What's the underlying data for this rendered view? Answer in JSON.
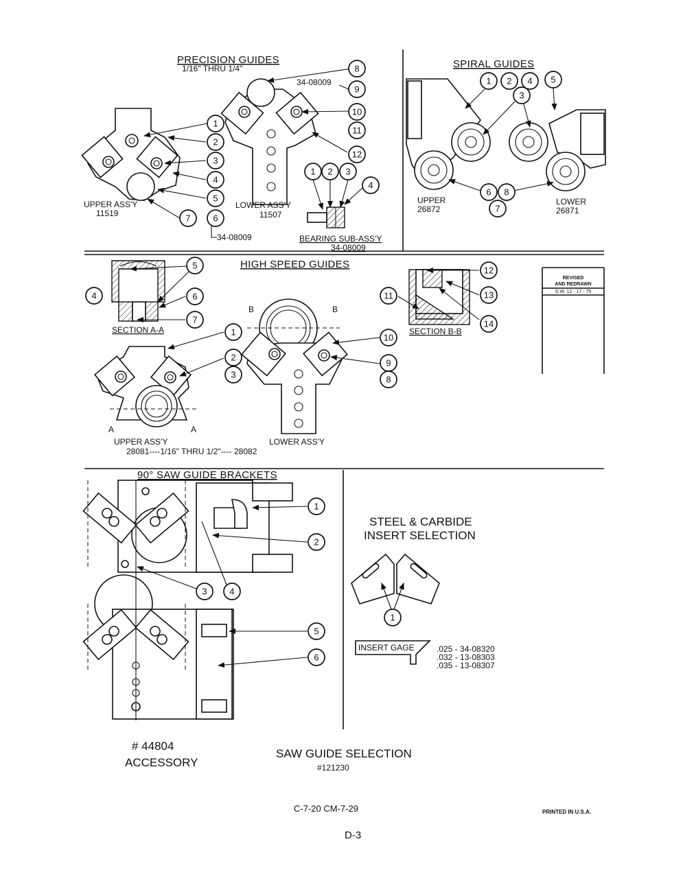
{
  "sections": {
    "precision": {
      "title": "PRECISION GUIDES",
      "subtitle": "1/16\" THRU 1/4\"",
      "part_callout": "34-08009",
      "upper": "UPPER ASS'Y",
      "upper_num": "11519",
      "lower": "LOWER ASS'Y",
      "lower_num": "11507",
      "bottom_part": "34-08009",
      "bearing": "BEARING SUB-ASS'Y",
      "bearing_num": "34-08009"
    },
    "spiral": {
      "title": "SPIRAL GUIDES",
      "upper": "UPPER",
      "upper_num": "26872",
      "lower": "LOWER",
      "lower_num": "26871"
    },
    "highspeed": {
      "title": "HIGH SPEED GUIDES",
      "section_a": "SECTION A-A",
      "section_b": "SECTION B-B",
      "sec_letter_a": "A",
      "sec_letter_b": "B",
      "upper": "UPPER ASS'Y",
      "lower": "LOWER ASS'Y",
      "bottom_line": "28081----1/16\" THRU 1/2\"---- 28082"
    },
    "revised": {
      "line1": "REVISED",
      "line2": "AND REDRAWN",
      "line3": "S.W. 12 - 17 - 75"
    },
    "brackets": {
      "title": "90° SAW GUIDE BRACKETS",
      "accessory_num": "# 44804",
      "accessory": "ACCESSORY"
    },
    "steel": {
      "title_line1": "STEEL & CARBIDE",
      "title_line2": "INSERT SELECTION",
      "gage_label": "INSERT GAGE",
      "gages": [
        ".025 - 34-08320",
        ".032 - 13-08303",
        ".035 - 13-08307"
      ]
    }
  },
  "callouts": [
    "1",
    "2",
    "3",
    "4",
    "5",
    "6",
    "7",
    "8",
    "9",
    "10",
    "11",
    "12",
    "13",
    "14"
  ],
  "footer": {
    "main_title": "SAW GUIDE SELECTION",
    "main_num": "#121230",
    "codes": "C-7-20   CM-7-29",
    "printed": "PRINTED IN U.S.A.",
    "page": "D-3"
  }
}
